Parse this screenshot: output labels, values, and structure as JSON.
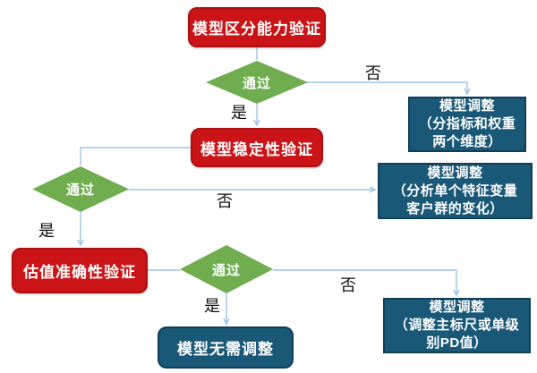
{
  "diagram": {
    "type": "flowchart",
    "language": "zh-CN",
    "colors": {
      "validation_step_fill": "#CB1417",
      "validation_step_border": "#AD0F13",
      "decision_fill": "#6FAD4F",
      "adjustment_fill": "#1A5877",
      "adjustment_border": "#123F58",
      "connector_line": "#9DC3E6",
      "edge_label_text": "#111111",
      "node_text": "#FFFFFF",
      "background": "#FFFFFF"
    },
    "labels": {
      "yes": "是",
      "no": "否"
    },
    "nodes": {
      "step1": {
        "label": "模型区分能力验证"
      },
      "decision1": {
        "label": "通过"
      },
      "adjust1": {
        "line1": "模型调整",
        "line2": "（分指标和权重",
        "line3": "两个维度）"
      },
      "step2": {
        "label": "模型稳定性验证"
      },
      "decision2": {
        "label": "通过"
      },
      "adjust2": {
        "line1": "模型调整",
        "line2": "（分析单个特征变量",
        "line3": "客户群的变化）"
      },
      "step3": {
        "label": "估值准确性验证"
      },
      "decision3": {
        "label": "通过"
      },
      "adjust3": {
        "line1": "模型调整",
        "line2": "（调整主标尺或单级",
        "line3": "别PD值）"
      },
      "end": {
        "label": "模型无需调整"
      }
    }
  }
}
